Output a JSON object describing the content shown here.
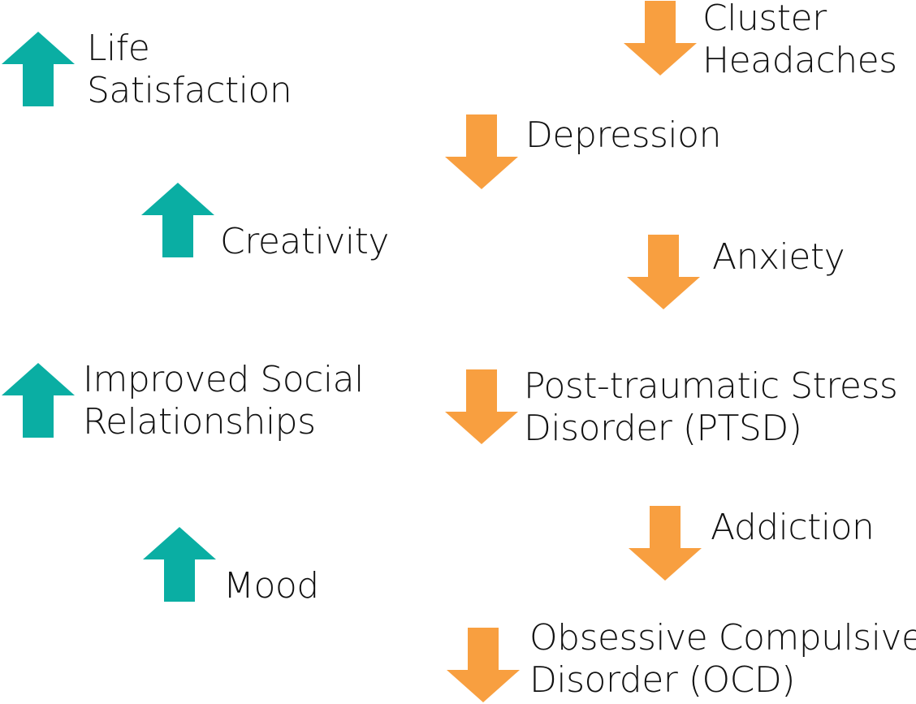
{
  "colors": {
    "increase": "#0aaea3",
    "decrease": "#f89f40",
    "text": "#111111"
  },
  "increases": [
    {
      "line1": "Life",
      "line2": "Satisfaction",
      "icon": "arrow-up-icon"
    },
    {
      "line1": "Creativity",
      "line2": "",
      "icon": "arrow-up-icon"
    },
    {
      "line1": "Improved Social",
      "line2": "Relationships",
      "icon": "arrow-up-icon"
    },
    {
      "line1": "Mood",
      "line2": "",
      "icon": "arrow-up-icon"
    }
  ],
  "decreases": [
    {
      "line1": "Cluster",
      "line2": "Headaches",
      "icon": "arrow-down-icon"
    },
    {
      "line1": "Depression",
      "line2": "",
      "icon": "arrow-down-icon"
    },
    {
      "line1": "Anxiety",
      "line2": "",
      "icon": "arrow-down-icon"
    },
    {
      "line1": "Post-traumatic Stress",
      "line2": "Disorder (PTSD)",
      "icon": "arrow-down-icon"
    },
    {
      "line1": "Addiction",
      "line2": "",
      "icon": "arrow-down-icon"
    },
    {
      "line1": "Obsessive Compulsive",
      "line2": "Disorder (OCD)",
      "icon": "arrow-down-icon"
    }
  ]
}
